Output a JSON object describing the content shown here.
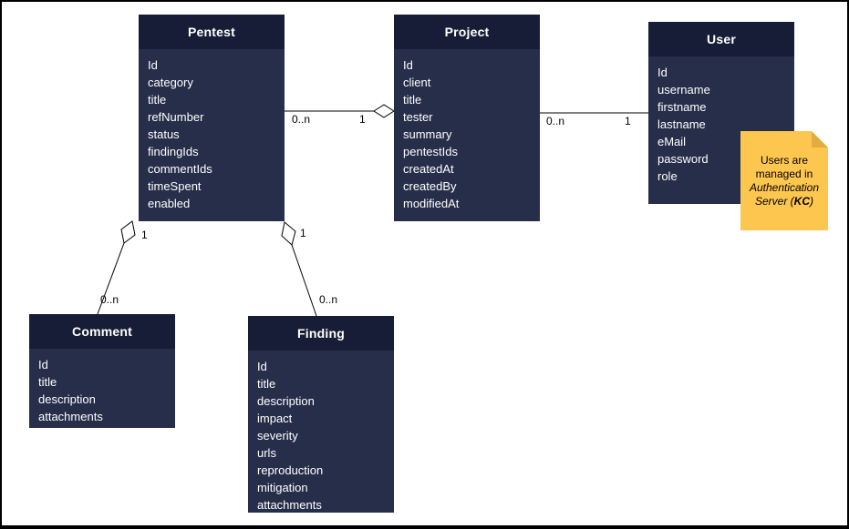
{
  "diagram": {
    "entities": [
      {
        "id": "pentest",
        "title": "Pentest",
        "fields": [
          "Id",
          "category",
          "title",
          "refNumber",
          "status",
          "findingIds",
          "commentIds",
          "timeSpent",
          "enabled"
        ]
      },
      {
        "id": "project",
        "title": "Project",
        "fields": [
          "Id",
          "client",
          "title",
          "tester",
          "summary",
          "pentestIds",
          "createdAt",
          "createdBy",
          "modifiedAt"
        ]
      },
      {
        "id": "user",
        "title": "User",
        "fields": [
          "Id",
          "username",
          "firstname",
          "lastname",
          "eMail",
          "password",
          "role"
        ]
      },
      {
        "id": "comment",
        "title": "Comment",
        "fields": [
          "Id",
          "title",
          "description",
          "attachments"
        ]
      },
      {
        "id": "finding",
        "title": "Finding",
        "fields": [
          "Id",
          "title",
          "description",
          "impact",
          "severity",
          "urls",
          "reproduction",
          "mitigation",
          "attachments"
        ]
      }
    ],
    "relations": [
      {
        "id": "pentest-project",
        "source": "Pentest",
        "target": "Project",
        "source_multiplicity": "0..n",
        "target_multiplicity": "1",
        "type": "aggregation"
      },
      {
        "id": "project-user",
        "source": "Project",
        "target": "User",
        "source_multiplicity": "0..n",
        "target_multiplicity": "1",
        "type": "association"
      },
      {
        "id": "pentest-comment",
        "source": "Pentest",
        "target": "Comment",
        "source_multiplicity": "1",
        "target_multiplicity": "0..n",
        "type": "aggregation"
      },
      {
        "id": "pentest-finding",
        "source": "Pentest",
        "target": "Finding",
        "source_multiplicity": "1",
        "target_multiplicity": "0..n",
        "type": "aggregation"
      }
    ],
    "note": {
      "line1": "Users are",
      "line2": "managed in",
      "line3_italic": "Authentication",
      "line4_prefix": "Server (",
      "line4_bold": "KC",
      "line4_suffix": ")"
    },
    "colors": {
      "entity_header_bg": "#171D36",
      "entity_body_bg": "#262E4A",
      "entity_text": "#FFFFFF",
      "note_bg": "#FDC64F",
      "note_fold": "#E3AC3F",
      "line": "#000000",
      "canvas_bg": "#FFFFFF",
      "border": "#000000"
    }
  }
}
